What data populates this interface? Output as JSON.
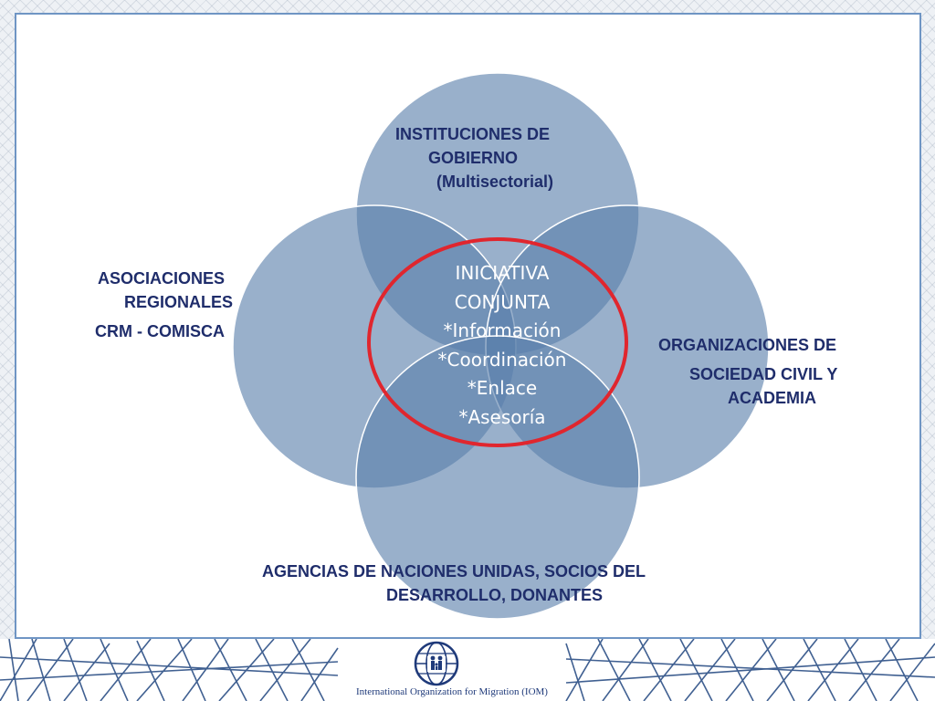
{
  "diagram": {
    "top_label": [
      "INSTITUCIONES DE",
      "GOBIERNO",
      "(Multisectorial)"
    ],
    "left_label": [
      "ASOCIACIONES",
      "REGIONALES",
      "CRM - COMISCA"
    ],
    "right_label": [
      "ORGANIZACIONES DE",
      "SOCIEDAD CIVIL Y",
      "ACADEMIA"
    ],
    "bottom_label": [
      "AGENCIAS DE NACIONES UNIDAS, SOCIOS DEL",
      "DESARROLLO, DONANTES"
    ],
    "center_lines": [
      "INICIATIVA",
      "CONJUNTA",
      "*Información",
      "*Coordinación",
      "*Enlace",
      "*Asesoría"
    ]
  },
  "footer": {
    "organization": "International Organization for Migration (IOM)"
  },
  "colors": {
    "circle_fill": "#5b80ab",
    "circle_stroke": "#ffffff",
    "label_text": "#1f2d6b",
    "highlight_ring": "#e0262e",
    "frame_border": "#6f95c4",
    "logo_blue": "#1f3a7a"
  }
}
